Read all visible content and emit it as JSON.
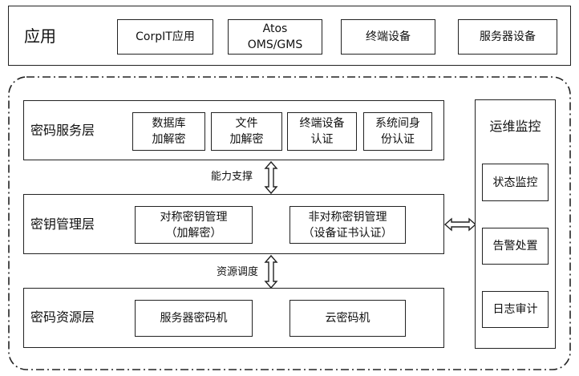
{
  "app_layer": {
    "title": "应用",
    "items": [
      "CorpIT应用",
      "Atos\nOMS/GMS",
      "终端设备",
      "服务器设备"
    ]
  },
  "service_layer": {
    "title": "密码服务层",
    "items": [
      "数据库\n加解密",
      "文件\n加解密",
      "终端设备\n认证",
      "系统间身\n份认证"
    ]
  },
  "key_layer": {
    "title": "密钥管理层",
    "items": [
      "对称密钥管理\n（加解密）",
      "非对称密钥管理\n（设备证书认证）"
    ]
  },
  "resource_layer": {
    "title": "密码资源层",
    "items": [
      "服务器密码机",
      "云密码机"
    ]
  },
  "connectors": {
    "capability_support": "能力支撑",
    "resource_scheduling": "资源调度"
  },
  "ops_monitor": {
    "title": "运维监控",
    "items": [
      "状态监控",
      "告警处置",
      "日志审计"
    ]
  }
}
